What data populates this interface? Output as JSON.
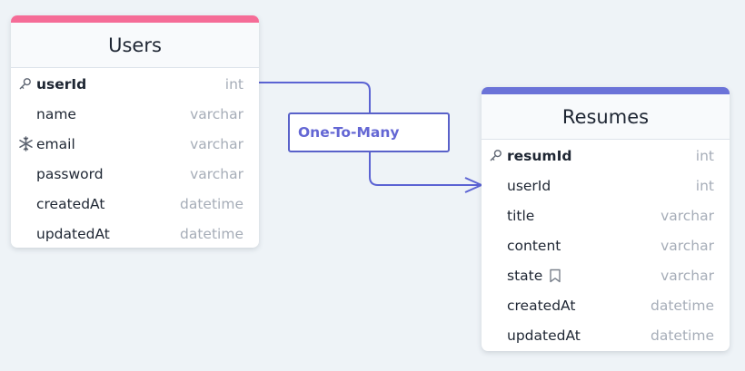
{
  "colors": {
    "users_accent": "#f56c97",
    "resumes_accent": "#6b73d8",
    "relationship": "#5b63d3"
  },
  "tables": [
    {
      "name": "Users",
      "fields": [
        {
          "name": "userId",
          "type": "int",
          "icon": "key-icon",
          "primary": true
        },
        {
          "name": "name",
          "type": "varchar",
          "icon": "",
          "primary": false
        },
        {
          "name": "email",
          "type": "varchar",
          "icon": "snowflake-icon",
          "primary": false
        },
        {
          "name": "password",
          "type": "varchar",
          "icon": "",
          "primary": false
        },
        {
          "name": "createdAt",
          "type": "datetime",
          "icon": "",
          "primary": false
        },
        {
          "name": "updatedAt",
          "type": "datetime",
          "icon": "",
          "primary": false
        }
      ]
    },
    {
      "name": "Resumes",
      "fields": [
        {
          "name": "resumId",
          "type": "int",
          "icon": "key-icon",
          "primary": true
        },
        {
          "name": "userId",
          "type": "int",
          "icon": "",
          "primary": false
        },
        {
          "name": "title",
          "type": "varchar",
          "icon": "",
          "primary": false
        },
        {
          "name": "content",
          "type": "varchar",
          "icon": "",
          "primary": false
        },
        {
          "name": "state",
          "type": "varchar",
          "icon": "",
          "primary": false,
          "note_icon": "bookmark-icon"
        },
        {
          "name": "createdAt",
          "type": "datetime",
          "icon": "",
          "primary": false
        },
        {
          "name": "updatedAt",
          "type": "datetime",
          "icon": "",
          "primary": false
        }
      ]
    }
  ],
  "relationship": {
    "label": "One-To-Many",
    "from": "Users.userId",
    "to": "Resumes.userId"
  }
}
